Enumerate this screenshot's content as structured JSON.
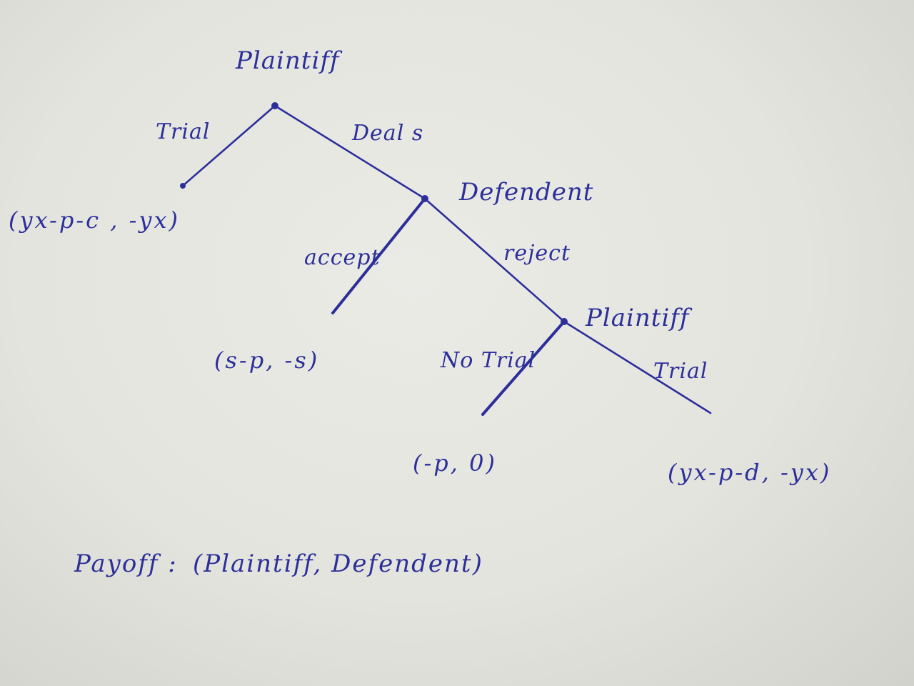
{
  "players": {
    "root": "Plaintiff",
    "defendant": "Defendent",
    "plaintiff2": "Plaintiff"
  },
  "actions": {
    "trial_root": "Trial",
    "deal": "Deal s",
    "accept": "accept",
    "reject": "reject",
    "no_trial": "No Trial",
    "trial_end": "Trial"
  },
  "payoffs": {
    "root_trial": "(yx-p-c , -yx)",
    "accept": "(s-p, -s)",
    "no_trial": "(-p, 0)",
    "trial_end": "(yx-p-d, -yx)"
  },
  "legend": {
    "label": "Payoff :",
    "value": "(Plaintiff, Defendent)"
  }
}
